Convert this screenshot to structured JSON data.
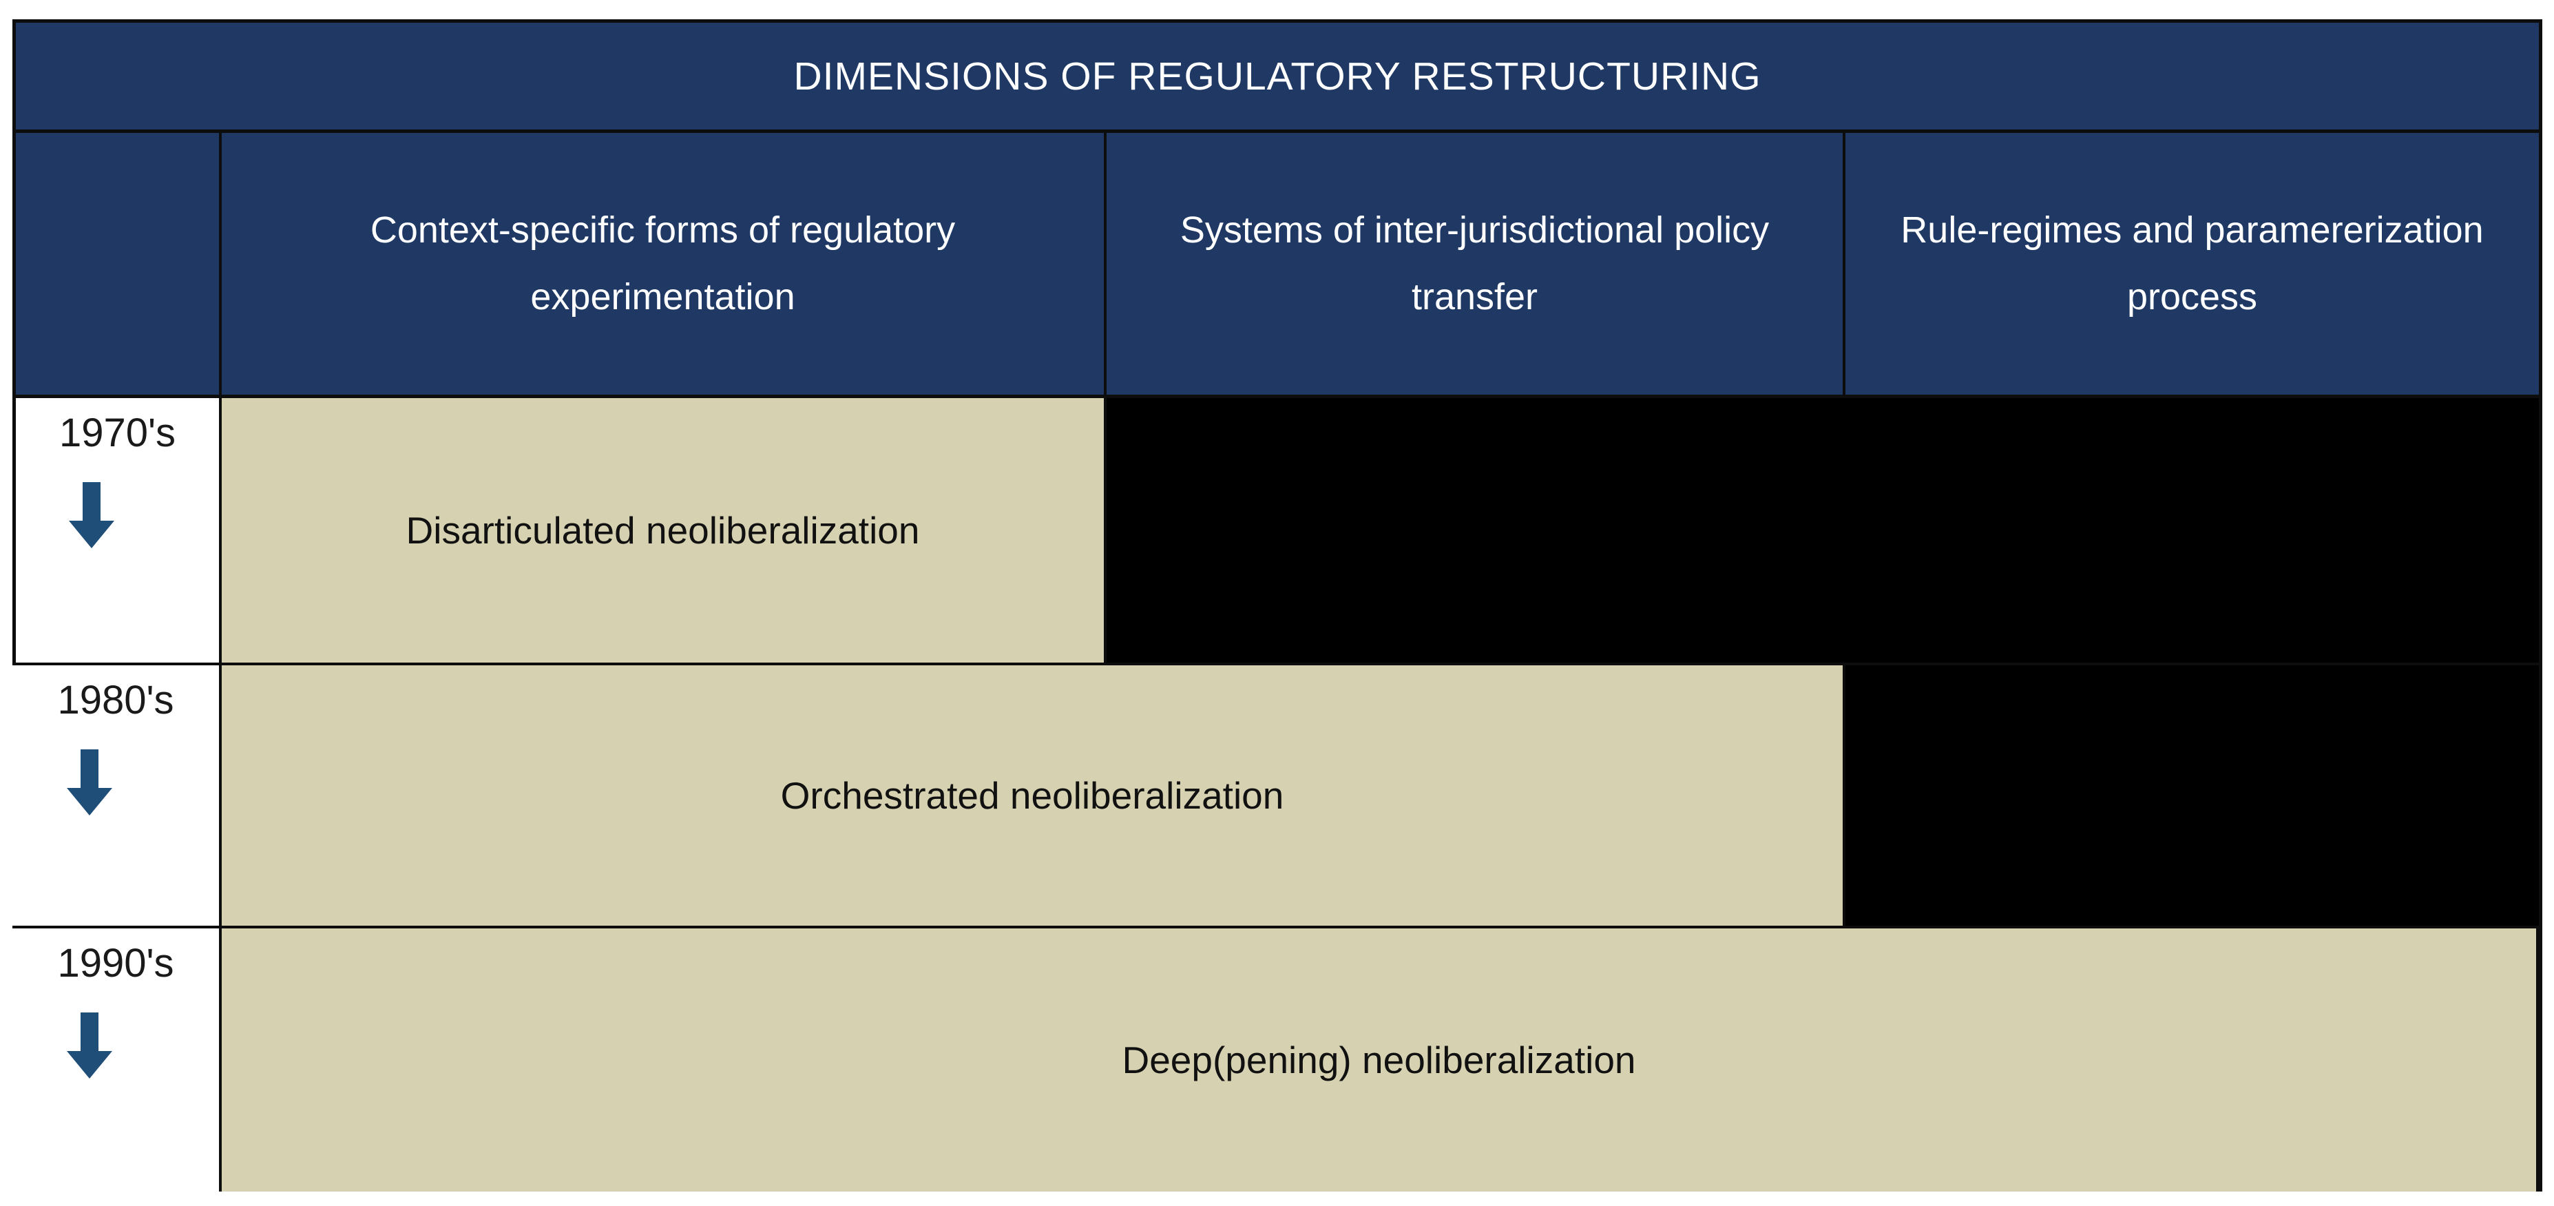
{
  "title": "DIMENSIONS OF REGULATORY RESTRUCTURING",
  "columns": [
    {
      "label": "Context-specific forms of regulatory experimentation"
    },
    {
      "label": "Systems of inter-jurisdictional policy transfer"
    },
    {
      "label": "Rule-regimes and paramererization process"
    }
  ],
  "rows": [
    {
      "period": "1970's",
      "phase": "Disarticulated neoliberalization"
    },
    {
      "period": "1980's",
      "phase": "Orchestrated neoliberalization"
    },
    {
      "period": "1990's",
      "phase": "Deep(pening) neoliberalization"
    }
  ],
  "icons": {
    "period_arrow": "down-arrow"
  },
  "colors": {
    "header_bg": "#1F3864",
    "header_text": "#FFFFFF",
    "cell_bg": "#D6D1B0",
    "empty_bg": "#000000",
    "arrow": "#1F4E79",
    "border": "#0D0D0D",
    "page_bg": "#FFFFFF",
    "year_text": "#1A1A1A",
    "phase_text": "#111111"
  }
}
